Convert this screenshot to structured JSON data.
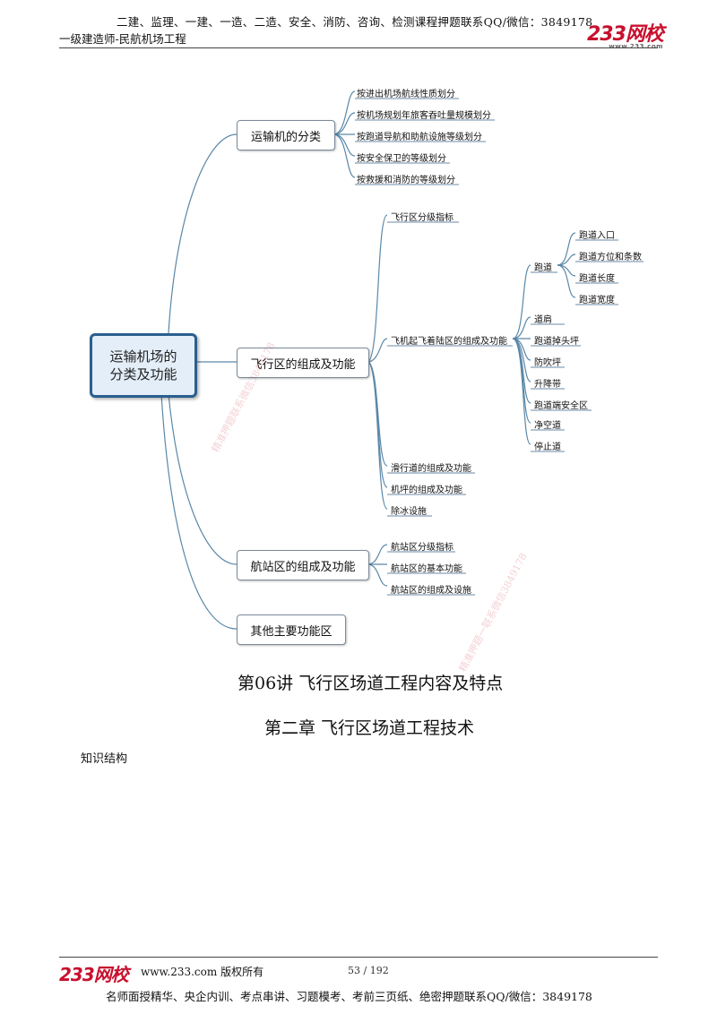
{
  "header": {
    "line1": "二建、监理、一建、一造、二造、安全、消防、咨询、检测课程押题联系QQ/微信：3849178",
    "line2": "一级建造师-民航机场工程",
    "logo": "233网校",
    "logo_sub": "www.233.com"
  },
  "mindmap": {
    "root": "运输机场的\n分类及功能",
    "branch1": {
      "label": "运输机的分类",
      "items": [
        "按进出机场航线性质划分",
        "按机场规划年旅客吞吐量规模划分",
        "按跑道导航和助航设施等级划分",
        "按安全保卫的等级划分",
        "按救援和消防的等级划分"
      ]
    },
    "branch2": {
      "label": "飞行区的组成及功能",
      "item_grade": "飞行区分级指标",
      "item_takeoff": "飞机起飞着陆区的组成及功能",
      "runway": "跑道",
      "runway_items": [
        "跑道入口",
        "跑道方位和条数",
        "跑道长度",
        "跑道宽度"
      ],
      "takeoff_items": [
        "道肩",
        "跑道掉头坪",
        "防吹坪",
        "升降带",
        "跑道端安全区",
        "净空道",
        "停止道"
      ],
      "other_items": [
        "滑行道的组成及功能",
        "机坪的组成及功能",
        "除冰设施"
      ]
    },
    "branch3": {
      "label": "航站区的组成及功能",
      "items": [
        "航站区分级指标",
        "航站区的基本功能",
        "航站区的组成及设施"
      ]
    },
    "branch4": {
      "label": "其他主要功能区"
    }
  },
  "watermarks": {
    "wm1": "精准押题联系微信3849178",
    "wm2": "精准押题一联系微信3849178"
  },
  "body": {
    "lecture_title": "第06讲  飞行区场道工程内容及特点",
    "chapter_title": "第二章  飞行区场道工程技术",
    "section_label": "知识结构"
  },
  "footer": {
    "logo": "233网校",
    "site": "www.233.com 版权所有",
    "page": "53 / 192",
    "line": "名师面授精华、央企内训、考点串讲、习题模考、考前三页纸、绝密押题联系QQ/微信：3849178"
  },
  "colors": {
    "brand_red": "#c8102e",
    "root_border": "#2a5f8f",
    "connector": "#5a88a8"
  }
}
